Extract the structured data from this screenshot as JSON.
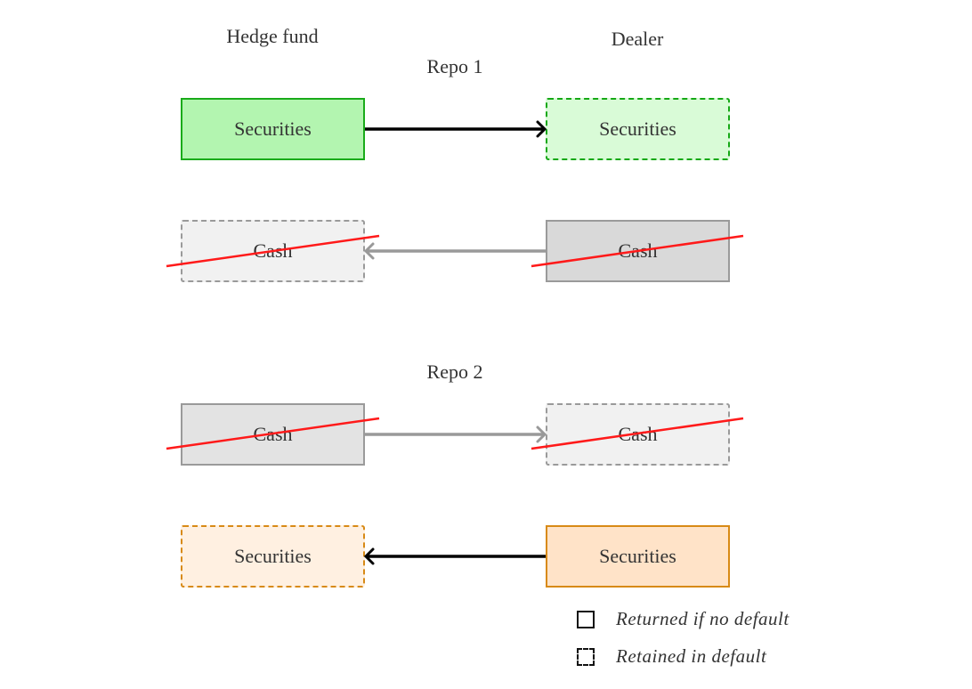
{
  "headers": {
    "left": "Hedge fund",
    "right": "Dealer"
  },
  "repos": [
    {
      "title": "Repo 1",
      "rows": [
        {
          "left": {
            "label": "Securities",
            "style": "solid",
            "fill": "#b3f5b0",
            "stroke": "#1aab1a",
            "crossed": false
          },
          "right": {
            "label": "Securities",
            "style": "dashed",
            "fill": "#d9fbd7",
            "stroke": "#14a814",
            "crossed": false
          },
          "arrow": {
            "direction": "right",
            "color": "#000000"
          }
        },
        {
          "left": {
            "label": "Cash",
            "style": "dashed",
            "fill": "#f1f1f1",
            "stroke": "#9a9a9a",
            "crossed": true
          },
          "right": {
            "label": "Cash",
            "style": "solid",
            "fill": "#d9d9d9",
            "stroke": "#9a9a9a",
            "crossed": true
          },
          "arrow": {
            "direction": "left",
            "color": "#999999"
          }
        }
      ]
    },
    {
      "title": "Repo 2",
      "rows": [
        {
          "left": {
            "label": "Cash",
            "style": "solid",
            "fill": "#e3e3e3",
            "stroke": "#9a9a9a",
            "crossed": true
          },
          "right": {
            "label": "Cash",
            "style": "dashed",
            "fill": "#f1f1f1",
            "stroke": "#9a9a9a",
            "crossed": true
          },
          "arrow": {
            "direction": "right",
            "color": "#999999"
          }
        },
        {
          "left": {
            "label": "Securities",
            "style": "dashed",
            "fill": "#fff0e1",
            "stroke": "#d88a16",
            "crossed": false
          },
          "right": {
            "label": "Securities",
            "style": "solid",
            "fill": "#ffe3c8",
            "stroke": "#d88a16",
            "crossed": false
          },
          "arrow": {
            "direction": "left",
            "color": "#000000"
          }
        }
      ]
    }
  ],
  "strike_color": "#ff1a1a",
  "legend": [
    {
      "icon": "solid-square-icon",
      "style": "solid",
      "text": "Returned if no default"
    },
    {
      "icon": "dashed-square-icon",
      "style": "dashed",
      "text": "Retained in default"
    }
  ]
}
